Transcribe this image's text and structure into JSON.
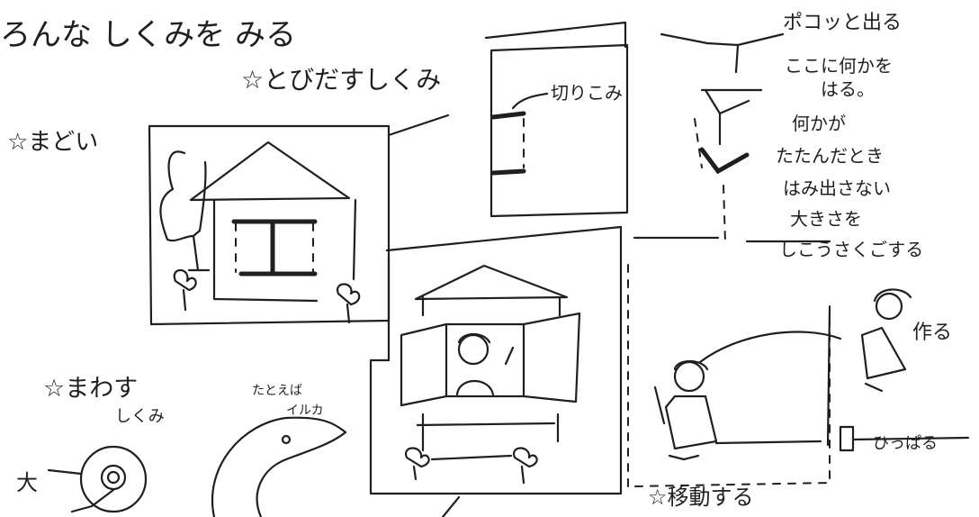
{
  "title": "ろんな しくみを みる",
  "sections": {
    "tobidasu": "☆とびだすしくみ",
    "madoi": "☆まどい",
    "mawasu_line1": "☆まわす",
    "mawasu_line2": "しくみ",
    "idou": "☆移動する"
  },
  "labels": {
    "kirikomi": "切りこみ",
    "pokotto": "ポコッと出る",
    "koko_1": "ここに何かを",
    "koko_2": "はる。",
    "note_1": "何かが",
    "note_2": "たたんだとき",
    "note_3": "はみ出さない",
    "note_4": "大きさを",
    "note_5": "しこうさくごする",
    "tsukuru": "作る",
    "hipparu": "ひっぱる",
    "tatoeba_1": "たとえば",
    "tatoeba_2": "イルカ",
    "dai": "大"
  }
}
